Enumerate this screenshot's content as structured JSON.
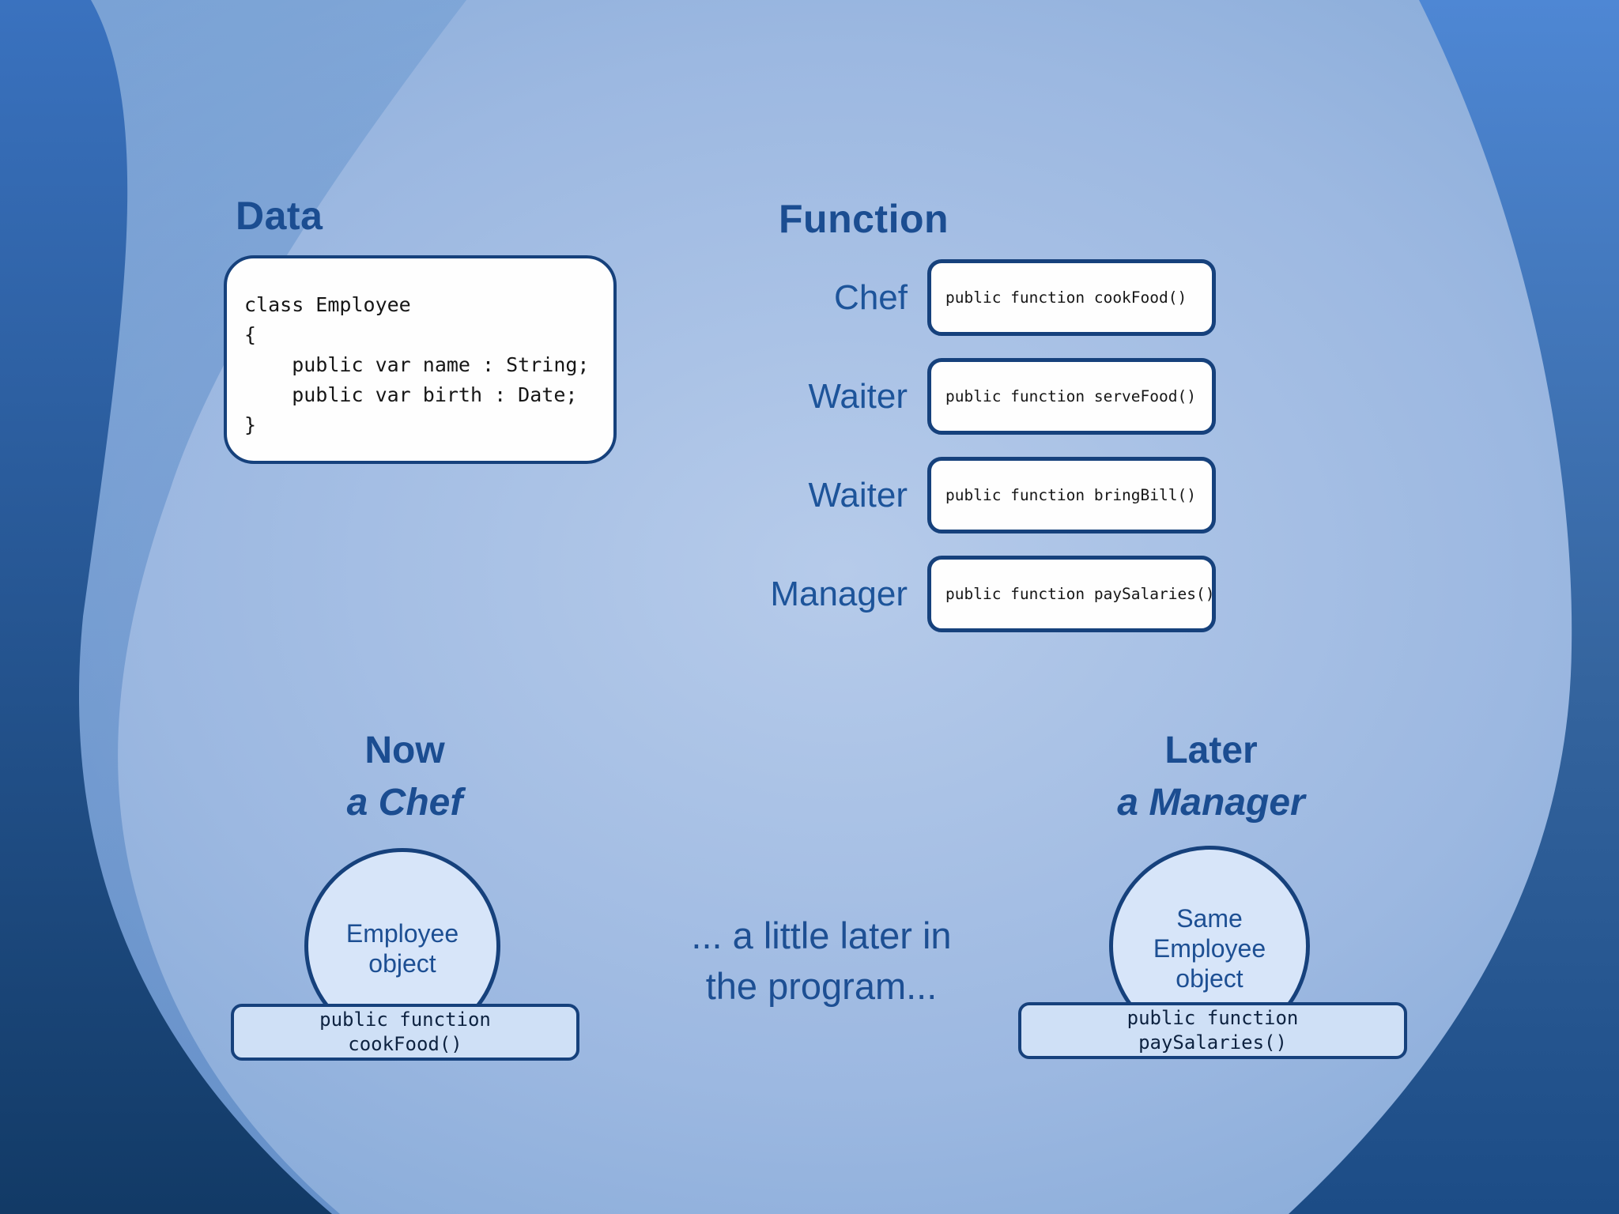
{
  "slide": {
    "data_section": {
      "heading": "Data",
      "code_lines": [
        "class Employee",
        "{",
        "    public var name : String;",
        "    public var birth : Date;",
        "}"
      ]
    },
    "function_section": {
      "heading": "Function",
      "rows": [
        {
          "role": "Chef",
          "code": "public function cookFood()"
        },
        {
          "role": "Waiter",
          "code": "public function serveFood()"
        },
        {
          "role": "Waiter",
          "code": "public function bringBill()"
        },
        {
          "role": "Manager",
          "code": "public function paySalaries()"
        }
      ]
    },
    "now_group": {
      "title": "Now",
      "subtitle": "a Chef",
      "circle_lines": [
        "Employee",
        "object"
      ],
      "box_lines": [
        "public function",
        "cookFood()"
      ]
    },
    "later_group": {
      "title": "Later",
      "subtitle": "a Manager",
      "circle_lines": [
        "Same",
        "Employee",
        "object"
      ],
      "box_lines": [
        "public function",
        "paySalaries()"
      ]
    },
    "center_caption_lines": [
      "... a little later in",
      "the program..."
    ]
  },
  "colors": {
    "heading_ink": "#1b4d91",
    "label_ink": "#1d549a",
    "caption_ink": "#1d4f93",
    "border_navy": "#16417c",
    "box_white": "#fefefe",
    "circle_fill": "#d7e5f9",
    "method_box_fill": "#cfe0f6",
    "method_ink": "#0d2240",
    "code_ink": "#161616",
    "bg_center": "#b4cae9",
    "bg_mid": "#8fb0dc",
    "bg_left_dark": "#123a66",
    "bg_right_top": "#4e87d4",
    "bg_right_bottom": "#1c4c86"
  }
}
